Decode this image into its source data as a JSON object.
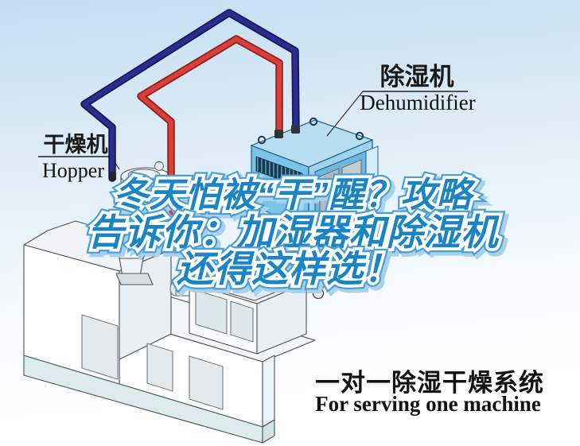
{
  "poster": {
    "headline": {
      "line1": "冬天怕被“干”醒？攻略",
      "line2": "告诉你：加湿器和除湿机",
      "line3": "还得这样选！",
      "fill_color": "#1b84c4",
      "outline_color": "#ffffff",
      "outer_color": "#4aa0d6",
      "shadow_color": "#a9d2ea"
    },
    "labels": {
      "hopper": {
        "zh": "干燥机",
        "en": "Hopper"
      },
      "dehumidifier": {
        "zh": "除湿机",
        "en": "Dehumidifier"
      }
    },
    "caption": {
      "zh": "一对一除湿干燥系统",
      "en": "For serving one machine"
    },
    "colors": {
      "sky_top": "#c3ddf0",
      "sky_bottom": "#ffffff",
      "pipe_red": "#d64038",
      "pipe_navy": "#2b2d8e",
      "dehumidifier_top": "#b7ddf2",
      "dehumidifier_left": "#7cc3e8",
      "dehumidifier_right": "#9ed2ee",
      "machine_body": "#ffffff",
      "machine_skirt": "#dcebee"
    }
  }
}
